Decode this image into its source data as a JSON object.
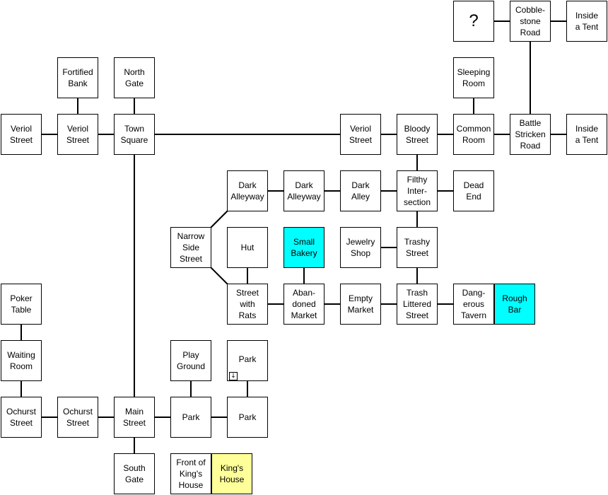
{
  "colors": {
    "default": "#ffffff",
    "shop": "#00ffff",
    "home": "#ffff99",
    "line": "#000000"
  },
  "rooms": {
    "unknown": {
      "label": "?",
      "color": "default"
    },
    "cobblestone-road": {
      "label": "Cobble-\nstone\nRoad",
      "color": "default"
    },
    "inside-tent-top": {
      "label": "Inside\na Tent",
      "color": "default"
    },
    "fortified-bank": {
      "label": "Fortified\nBank",
      "color": "default"
    },
    "north-gate": {
      "label": "North\nGate",
      "color": "default"
    },
    "sleeping-room": {
      "label": "Sleeping\nRoom",
      "color": "default"
    },
    "veriol-street-west": {
      "label": "Veriol\nStreet",
      "color": "default"
    },
    "veriol-street-2": {
      "label": "Veriol\nStreet",
      "color": "default"
    },
    "town-square": {
      "label": "Town\nSquare",
      "color": "default"
    },
    "veriol-street-east": {
      "label": "Veriol\nStreet",
      "color": "default"
    },
    "bloody-street": {
      "label": "Bloody\nStreet",
      "color": "default"
    },
    "common-room": {
      "label": "Common\nRoom",
      "color": "default"
    },
    "battle-stricken-road": {
      "label": "Battle\nStricken\nRoad",
      "color": "default"
    },
    "inside-tent-bottom": {
      "label": "Inside\na Tent",
      "color": "default"
    },
    "dark-alleyway-1": {
      "label": "Dark\nAlleyway",
      "color": "default"
    },
    "dark-alleyway-2": {
      "label": "Dark\nAlleyway",
      "color": "default"
    },
    "dark-alley": {
      "label": "Dark\nAlley",
      "color": "default"
    },
    "filthy-intersection": {
      "label": "Filthy\nInter-\nsection",
      "color": "default"
    },
    "dead-end": {
      "label": "Dead\nEnd",
      "color": "default"
    },
    "narrow-side-street": {
      "label": "Narrow\nSide\nStreet",
      "color": "default"
    },
    "hut": {
      "label": "Hut",
      "color": "default"
    },
    "small-bakery": {
      "label": "Small\nBakery",
      "color": "shop"
    },
    "jewelry-shop": {
      "label": "Jewelry\nShop",
      "color": "default"
    },
    "trashy-street": {
      "label": "Trashy\nStreet",
      "color": "default"
    },
    "poker-table": {
      "label": "Poker\nTable",
      "color": "default"
    },
    "street-with-rats": {
      "label": "Street\nwith\nRats",
      "color": "default"
    },
    "abandoned-market": {
      "label": "Aban-\ndoned\nMarket",
      "color": "default"
    },
    "empty-market": {
      "label": "Empty\nMarket",
      "color": "default"
    },
    "trash-littered-street": {
      "label": "Trash\nLittered\nStreet",
      "color": "default"
    },
    "dangerous-tavern": {
      "label": "Dang-\nerous\nTavern",
      "color": "default"
    },
    "rough-bar": {
      "label": "Rough\nBar",
      "color": "shop"
    },
    "waiting-room": {
      "label": "Waiting\nRoom",
      "color": "default"
    },
    "play-ground": {
      "label": "Play\nGround",
      "color": "default"
    },
    "park-upper": {
      "label": "Park",
      "color": "default",
      "down_icon": "down-arrow-icon"
    },
    "ochurst-street-west": {
      "label": "Ochurst\nStreet",
      "color": "default"
    },
    "ochurst-street-east": {
      "label": "Ochurst\nStreet",
      "color": "default"
    },
    "main-street": {
      "label": "Main\nStreet",
      "color": "default"
    },
    "park-left": {
      "label": "Park",
      "color": "default"
    },
    "park-right": {
      "label": "Park",
      "color": "default"
    },
    "south-gate": {
      "label": "South\nGate",
      "color": "default"
    },
    "front-of-kings-house": {
      "label": "Front of\nKing's\nHouse",
      "color": "default"
    },
    "kings-house": {
      "label": "King's\nHouse",
      "color": "home"
    }
  },
  "links": [
    [
      "unknown",
      "cobblestone-road"
    ],
    [
      "cobblestone-road",
      "inside-tent-top"
    ],
    [
      "cobblestone-road",
      "battle-stricken-road"
    ],
    [
      "fortified-bank",
      "veriol-street-2"
    ],
    [
      "north-gate",
      "town-square"
    ],
    [
      "sleeping-room",
      "common-room"
    ],
    [
      "veriol-street-west",
      "veriol-street-2"
    ],
    [
      "veriol-street-2",
      "town-square"
    ],
    [
      "town-square",
      "veriol-street-east"
    ],
    [
      "town-square",
      "main-street"
    ],
    [
      "veriol-street-east",
      "bloody-street"
    ],
    [
      "bloody-street",
      "common-room"
    ],
    [
      "bloody-street",
      "filthy-intersection"
    ],
    [
      "common-room",
      "battle-stricken-road"
    ],
    [
      "battle-stricken-road",
      "inside-tent-bottom"
    ],
    [
      "dark-alleyway-1",
      "dark-alleyway-2"
    ],
    [
      "dark-alleyway-2",
      "dark-alley"
    ],
    [
      "dark-alley",
      "filthy-intersection"
    ],
    [
      "filthy-intersection",
      "dead-end"
    ],
    [
      "filthy-intersection",
      "trashy-street"
    ],
    [
      "narrow-side-street",
      "dark-alleyway-1"
    ],
    [
      "narrow-side-street",
      "street-with-rats"
    ],
    [
      "hut",
      "street-with-rats"
    ],
    [
      "small-bakery",
      "abandoned-market"
    ],
    [
      "jewelry-shop",
      "trashy-street"
    ],
    [
      "trashy-street",
      "trash-littered-street"
    ],
    [
      "street-with-rats",
      "abandoned-market"
    ],
    [
      "abandoned-market",
      "empty-market"
    ],
    [
      "empty-market",
      "trash-littered-street"
    ],
    [
      "trash-littered-street",
      "dangerous-tavern"
    ],
    [
      "poker-table",
      "waiting-room"
    ],
    [
      "waiting-room",
      "ochurst-street-west"
    ],
    [
      "ochurst-street-west",
      "ochurst-street-east"
    ],
    [
      "ochurst-street-east",
      "main-street"
    ],
    [
      "main-street",
      "park-left"
    ],
    [
      "main-street",
      "south-gate"
    ],
    [
      "play-ground",
      "park-left"
    ],
    [
      "park-upper",
      "park-right"
    ],
    [
      "park-left",
      "park-right"
    ]
  ]
}
